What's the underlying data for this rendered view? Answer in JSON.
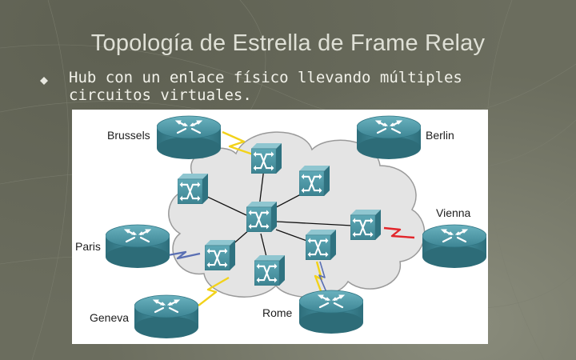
{
  "slide": {
    "title": "Topología de Estrella de Frame Relay",
    "bullet": "Hub con un enlace físico llevando múltiples circuitos virtuales."
  },
  "diagram": {
    "cities": {
      "brussels": "Brussels",
      "berlin": "Berlin",
      "vienna": "Vienna",
      "paris": "Paris",
      "geneva": "Geneva",
      "rome": "Rome"
    }
  },
  "colors": {
    "background": "#6b6d5e",
    "title": "#dfe0d6",
    "router_body": "#3f8c9b",
    "switch_body": "#4e9aa8",
    "cloud": "#e6e6e6",
    "link_yellow": "#f2d21a",
    "link_blue": "#5a6fb3",
    "link_red": "#e2262b"
  }
}
